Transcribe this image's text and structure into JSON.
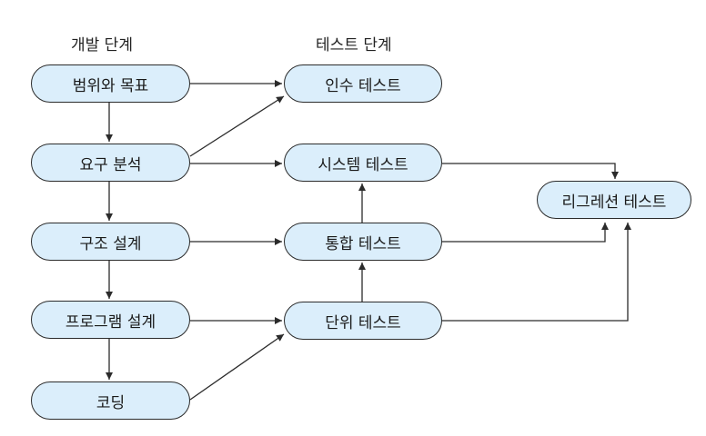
{
  "headings": {
    "development": "개발 단계",
    "testing": "테스트 단계"
  },
  "development_stages": [
    "범위와 목표",
    "요구 분석",
    "구조 설계",
    "프로그램 설계",
    "코딩"
  ],
  "test_stages": [
    "인수 테스트",
    "시스템 테스트",
    "통합 테스트",
    "단위 테스트"
  ],
  "regression": "리그레션 테스트",
  "colors": {
    "node_fill": "#dbeefb",
    "node_border": "#2b2b2b",
    "arrow": "#2b2b2b"
  }
}
